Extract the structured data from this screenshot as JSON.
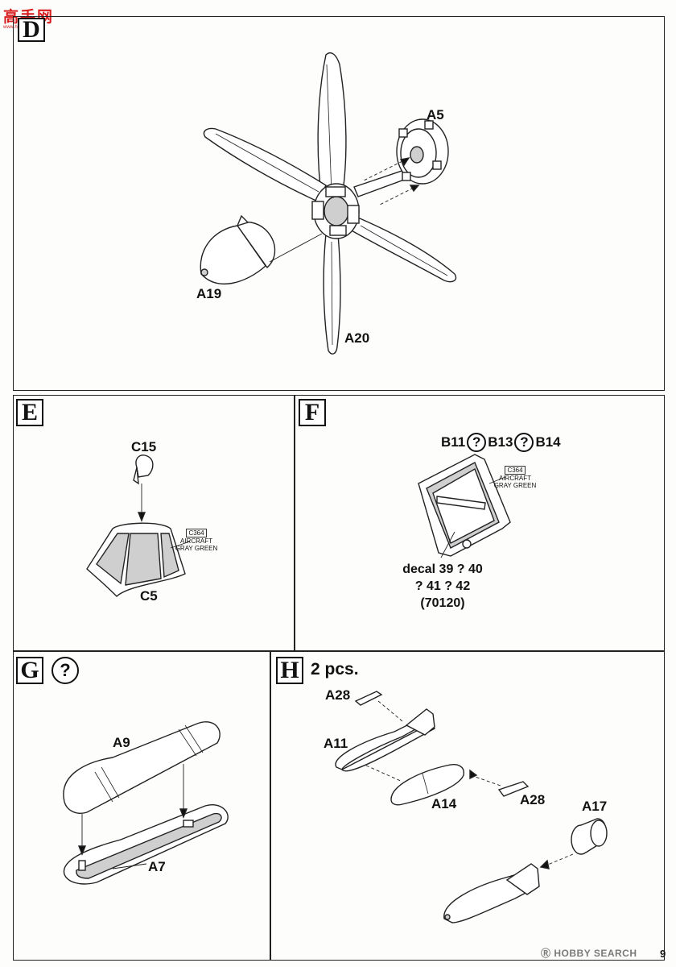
{
  "watermark_top": {
    "text": "高手网",
    "sub": "www.hobbysearch"
  },
  "watermark_bottom": {
    "brand": "HOBBY SEARCH",
    "prefix": "Ⓡ"
  },
  "page_number": "9",
  "steps": {
    "D": {
      "letter": "D",
      "parts": {
        "a5": "A5",
        "a19": "A19",
        "a20": "A20"
      }
    },
    "E": {
      "letter": "E",
      "parts": {
        "c15": "C15",
        "c5": "C5"
      },
      "color_note": {
        "code": "C364",
        "line1": "AIRCRAFT",
        "line2": "GRAY GREEN"
      }
    },
    "F": {
      "letter": "F",
      "parts_line": {
        "b11": "B11",
        "b13": "B13",
        "b14": "B14",
        "sep": "?"
      },
      "color_note": {
        "code": "C364",
        "line1": "AIRCRAFT",
        "line2": "GRAY GREEN"
      },
      "decal": {
        "line1": "decal 39 ? 40",
        "line2": "? 41 ? 42",
        "line3": "(70120)"
      }
    },
    "G": {
      "letter": "G",
      "question": "?",
      "parts": {
        "a9": "A9",
        "a7": "A7"
      }
    },
    "H": {
      "letter": "H",
      "qty": "2 pcs.",
      "parts": {
        "a28_top": "A28",
        "a11": "A11",
        "a14": "A14",
        "a28_bottom": "A28",
        "a17": "A17"
      }
    }
  }
}
